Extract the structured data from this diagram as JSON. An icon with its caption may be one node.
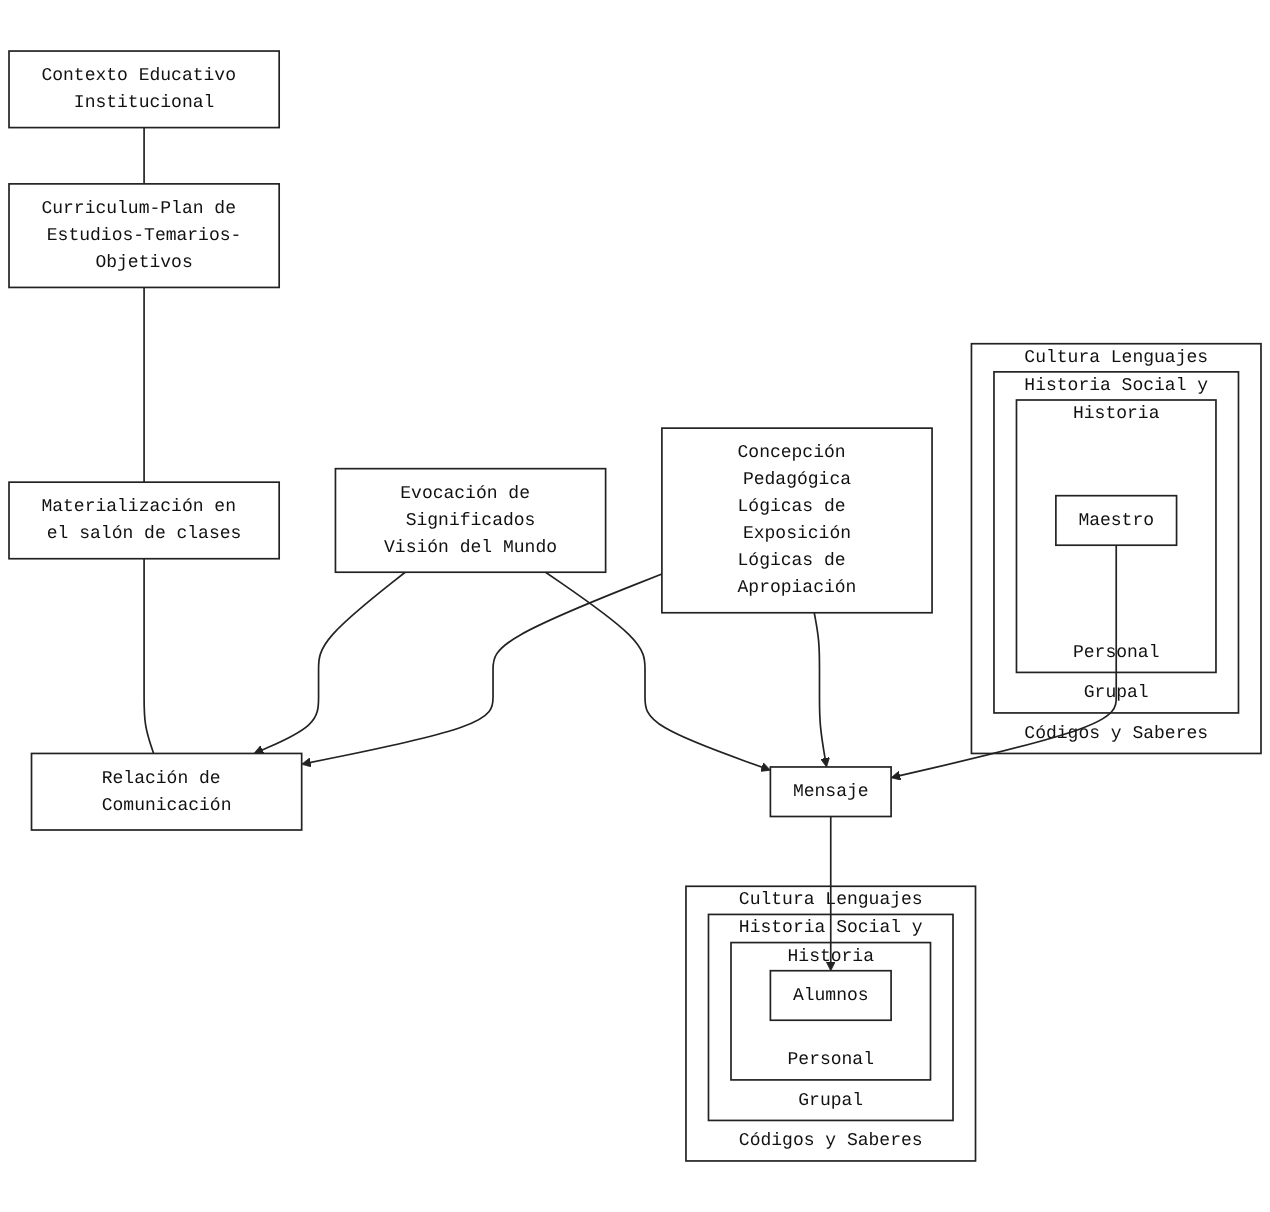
{
  "diagram": {
    "nodes": [
      {
        "text": [
          "Contexto Educativo Institucional"
        ]
      },
      {
        "text": [
          "Curriculum-Plan de Estudios-Temarios-Objetivos"
        ]
      },
      {
        "text": [
          "Materialización en el salón de clases"
        ]
      },
      {
        "text": [
          "Relación de Comunicación"
        ]
      },
      {
        "text": [
          "Evocación de Significados",
          "Visión del Mundo"
        ]
      },
      {
        "text": [
          "Concepción Pedagógica",
          "Lógicas de Exposición",
          "Lógicas de Apropiación"
        ]
      },
      {
        "text": [
          "Cultura Lenguajes",
          "Códigos y Saberes"
        ]
      },
      {
        "text": [
          "Historia Social y",
          "Grupal"
        ],
        "in": 6
      },
      {
        "text": [
          "Historia",
          "Personal"
        ],
        "in": 7
      },
      {
        "text": [
          "Maestro"
        ],
        "in": 8
      },
      {
        "text": [
          "Mensaje"
        ]
      },
      {
        "text": [
          "Cultura Lenguajes",
          "Códigos y Saberes"
        ]
      },
      {
        "text": [
          "Historia Social y",
          "Grupal"
        ],
        "in": 11
      },
      {
        "text": [
          "Historia",
          "Personal"
        ],
        "in": 12
      },
      {
        "text": [
          "Alumnos"
        ],
        "in": 13
      }
    ],
    "edges": [
      {
        "from": 0,
        "to": 1,
        "arrow": "none"
      },
      {
        "from": 1,
        "to": 2,
        "arrow": "none"
      },
      {
        "from": 2,
        "to": 3,
        "arrow": "none"
      },
      {
        "from": 4,
        "to": 3,
        "arrow": "to"
      },
      {
        "from": 5,
        "to": 3,
        "arrow": "to"
      },
      {
        "from": 4,
        "to": 10,
        "arrow": "to"
      },
      {
        "from": 5,
        "to": 10,
        "arrow": "to"
      },
      {
        "from": 9,
        "to": 10,
        "arrow": "to"
      },
      {
        "from": 10,
        "to": 14,
        "arrow": "to"
      }
    ]
  }
}
